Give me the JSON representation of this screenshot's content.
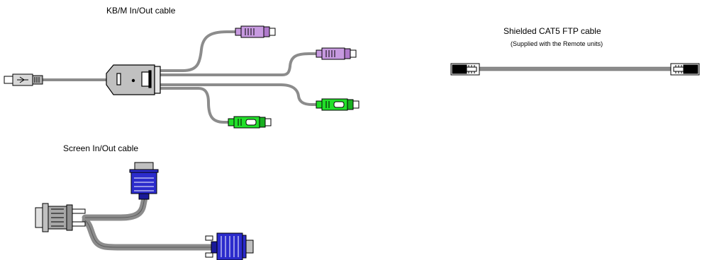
{
  "captions": {
    "kbm": "KB/M In/Out cable",
    "screen": "Screen In/Out cable",
    "cat5": "Shielded CAT5 FTP cable",
    "cat5_note": "(Supplied with the Remote units)"
  },
  "colors": {
    "cable": "#8c8c8c",
    "ps2_keyboard": "#c79ae0",
    "ps2_mouse": "#22e02a",
    "vga_body": "#2b2bcc",
    "hub_body": "#c0c0c0"
  },
  "icons": [
    "usb-plug-icon",
    "ps2-plug-icon",
    "vga-plug-icon",
    "rj45-plug-icon"
  ]
}
